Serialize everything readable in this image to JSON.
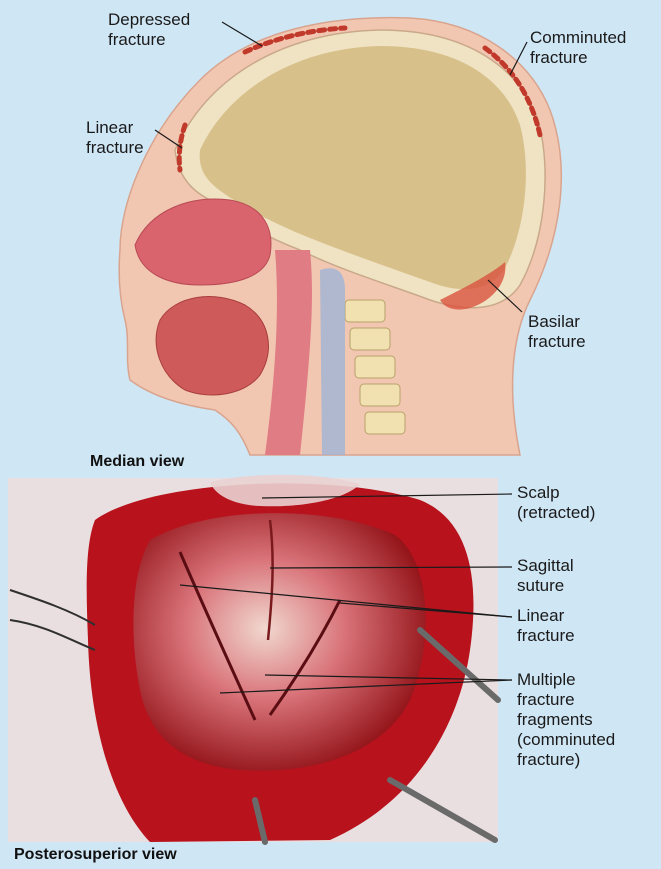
{
  "median": {
    "title": "Median view",
    "labels": {
      "depressed": "Depressed\nfracture",
      "linear": "Linear\nfracture",
      "comminuted": "Comminuted\nfracture",
      "basilar": "Basilar\nfracture"
    }
  },
  "posterior": {
    "title": "Posterosuperior view",
    "labels": {
      "scalp": "Scalp\n(retracted)",
      "sagittal": "Sagittal\nsuture",
      "linear": "Linear\nfracture",
      "multiple": "Multiple\nfracture\nfragments\n(comminuted\nfracture)"
    }
  },
  "colors": {
    "background": "#cfe6f5",
    "skin": "#f2c7b2",
    "brain_cavity": "#d8c08a",
    "bone": "#efe3c4",
    "blood": "#b8121c"
  }
}
